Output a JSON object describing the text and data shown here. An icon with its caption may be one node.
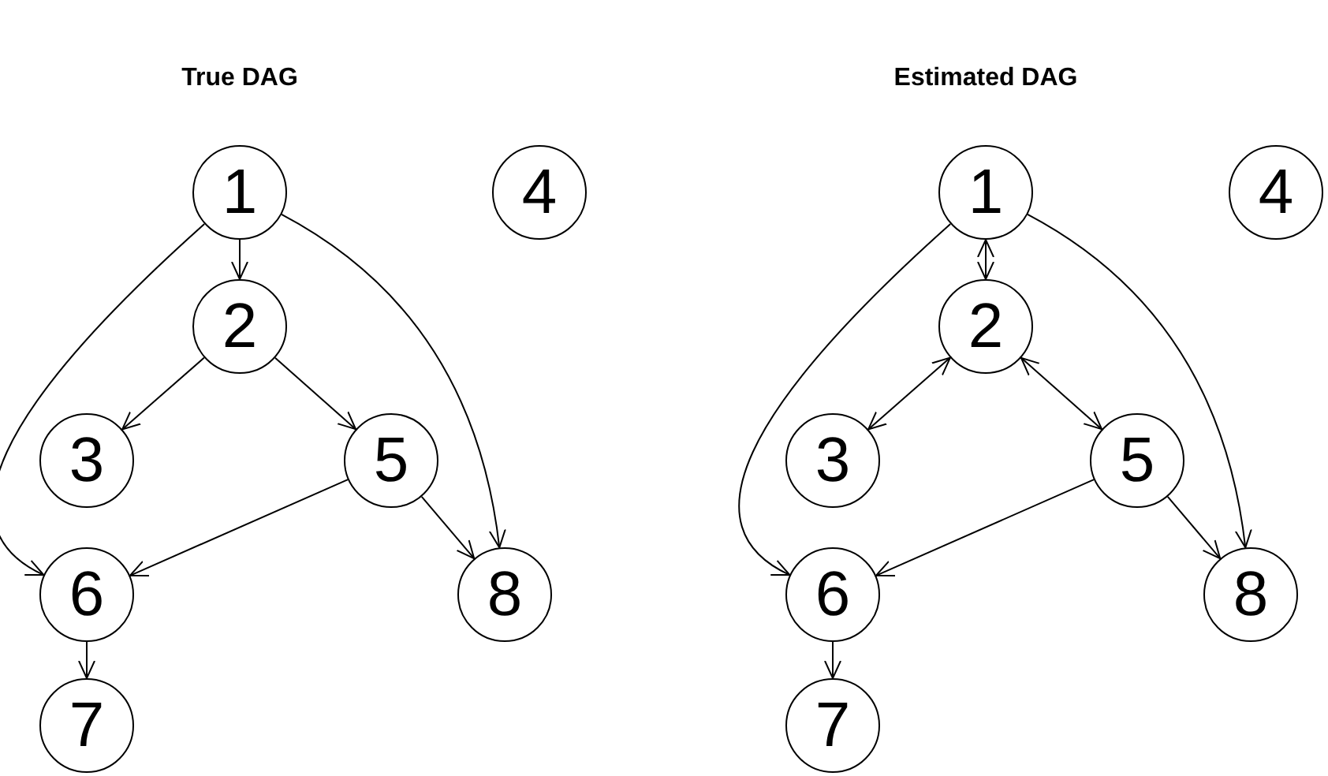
{
  "diagram": {
    "nodes": [
      {
        "text": [
          "1"
        ]
      },
      {
        "text": [
          "2"
        ]
      },
      {
        "text": [
          "3"
        ]
      },
      {
        "text": [
          "4"
        ]
      },
      {
        "text": [
          "5"
        ]
      },
      {
        "text": [
          "6"
        ]
      },
      {
        "text": [
          "7"
        ]
      },
      {
        "text": [
          "8"
        ]
      },
      {
        "text": [
          "1"
        ]
      },
      {
        "text": [
          "2"
        ]
      },
      {
        "text": [
          "3"
        ]
      },
      {
        "text": [
          "4"
        ]
      },
      {
        "text": [
          "5"
        ]
      },
      {
        "text": [
          "6"
        ]
      },
      {
        "text": [
          "7"
        ]
      },
      {
        "text": [
          "8"
        ]
      }
    ],
    "edges": [
      {
        "from": 0,
        "to": 1,
        "arrow": "to"
      },
      {
        "from": 0,
        "to": 5,
        "arrow": "to"
      },
      {
        "from": 0,
        "to": 7,
        "arrow": "to"
      },
      {
        "from": 1,
        "to": 2,
        "arrow": "to"
      },
      {
        "from": 1,
        "to": 4,
        "arrow": "to"
      },
      {
        "from": 4,
        "to": 5,
        "arrow": "to"
      },
      {
        "from": 4,
        "to": 7,
        "arrow": "to"
      },
      {
        "from": 5,
        "to": 6,
        "arrow": "to"
      },
      {
        "from": 8,
        "to": 9,
        "arrow": "both"
      },
      {
        "from": 8,
        "to": 13,
        "arrow": "to"
      },
      {
        "from": 8,
        "to": 15,
        "arrow": "to"
      },
      {
        "from": 9,
        "to": 10,
        "arrow": "both"
      },
      {
        "from": 9,
        "to": 12,
        "arrow": "both"
      },
      {
        "from": 12,
        "to": 13,
        "arrow": "to"
      },
      {
        "from": 12,
        "to": 15,
        "arrow": "to"
      },
      {
        "from": 13,
        "to": 14,
        "arrow": "to"
      }
    ],
    "labels": [
      "True DAG",
      "Estimated DAG"
    ]
  }
}
